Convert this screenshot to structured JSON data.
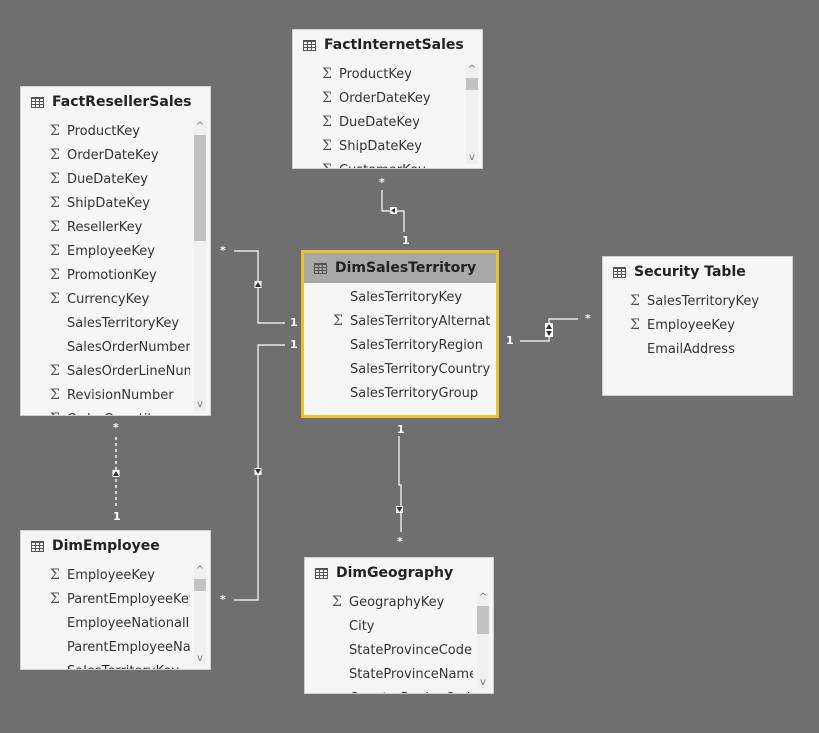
{
  "tables": {
    "fact_internet_sales": {
      "name": "FactInternetSales",
      "fields": [
        {
          "name": "ProductKey",
          "sigma": true
        },
        {
          "name": "OrderDateKey",
          "sigma": true
        },
        {
          "name": "DueDateKey",
          "sigma": true
        },
        {
          "name": "ShipDateKey",
          "sigma": true
        },
        {
          "name": "CustomerKey",
          "sigma": true
        }
      ]
    },
    "fact_reseller_sales": {
      "name": "FactResellerSales",
      "fields": [
        {
          "name": "ProductKey",
          "sigma": true
        },
        {
          "name": "OrderDateKey",
          "sigma": true
        },
        {
          "name": "DueDateKey",
          "sigma": true
        },
        {
          "name": "ShipDateKey",
          "sigma": true
        },
        {
          "name": "ResellerKey",
          "sigma": true
        },
        {
          "name": "EmployeeKey",
          "sigma": true
        },
        {
          "name": "PromotionKey",
          "sigma": true
        },
        {
          "name": "CurrencyKey",
          "sigma": true
        },
        {
          "name": "SalesTerritoryKey",
          "sigma": false
        },
        {
          "name": "SalesOrderNumber",
          "sigma": false
        },
        {
          "name": "SalesOrderLineNumber",
          "sigma": true
        },
        {
          "name": "RevisionNumber",
          "sigma": true
        },
        {
          "name": "OrderQuantity",
          "sigma": true
        }
      ]
    },
    "dim_sales_territory": {
      "name": "DimSalesTerritory",
      "fields": [
        {
          "name": "SalesTerritoryKey",
          "sigma": false
        },
        {
          "name": "SalesTerritoryAlternateKey",
          "sigma": true
        },
        {
          "name": "SalesTerritoryRegion",
          "sigma": false
        },
        {
          "name": "SalesTerritoryCountry",
          "sigma": false
        },
        {
          "name": "SalesTerritoryGroup",
          "sigma": false
        }
      ]
    },
    "security_table": {
      "name": "Security Table",
      "fields": [
        {
          "name": "SalesTerritoryKey",
          "sigma": true
        },
        {
          "name": "EmployeeKey",
          "sigma": true
        },
        {
          "name": "EmailAddress",
          "sigma": false
        }
      ]
    },
    "dim_employee": {
      "name": "DimEmployee",
      "fields": [
        {
          "name": "EmployeeKey",
          "sigma": true
        },
        {
          "name": "ParentEmployeeKey",
          "sigma": true
        },
        {
          "name": "EmployeeNationalIDAlternateKey",
          "sigma": false
        },
        {
          "name": "ParentEmployeeNationalIDAlternateKey",
          "sigma": false
        },
        {
          "name": "SalesTerritoryKey",
          "sigma": false
        }
      ]
    },
    "dim_geography": {
      "name": "DimGeography",
      "fields": [
        {
          "name": "GeographyKey",
          "sigma": true
        },
        {
          "name": "City",
          "sigma": false
        },
        {
          "name": "StateProvinceCode",
          "sigma": false
        },
        {
          "name": "StateProvinceName",
          "sigma": false
        },
        {
          "name": "CountryRegionCode",
          "sigma": false
        }
      ]
    }
  },
  "relationships": {
    "many": "*",
    "one": "1"
  },
  "icons": {
    "table": "table-icon",
    "sigma": "sigma-icon",
    "scroll_up": "^",
    "scroll_down": "v"
  }
}
